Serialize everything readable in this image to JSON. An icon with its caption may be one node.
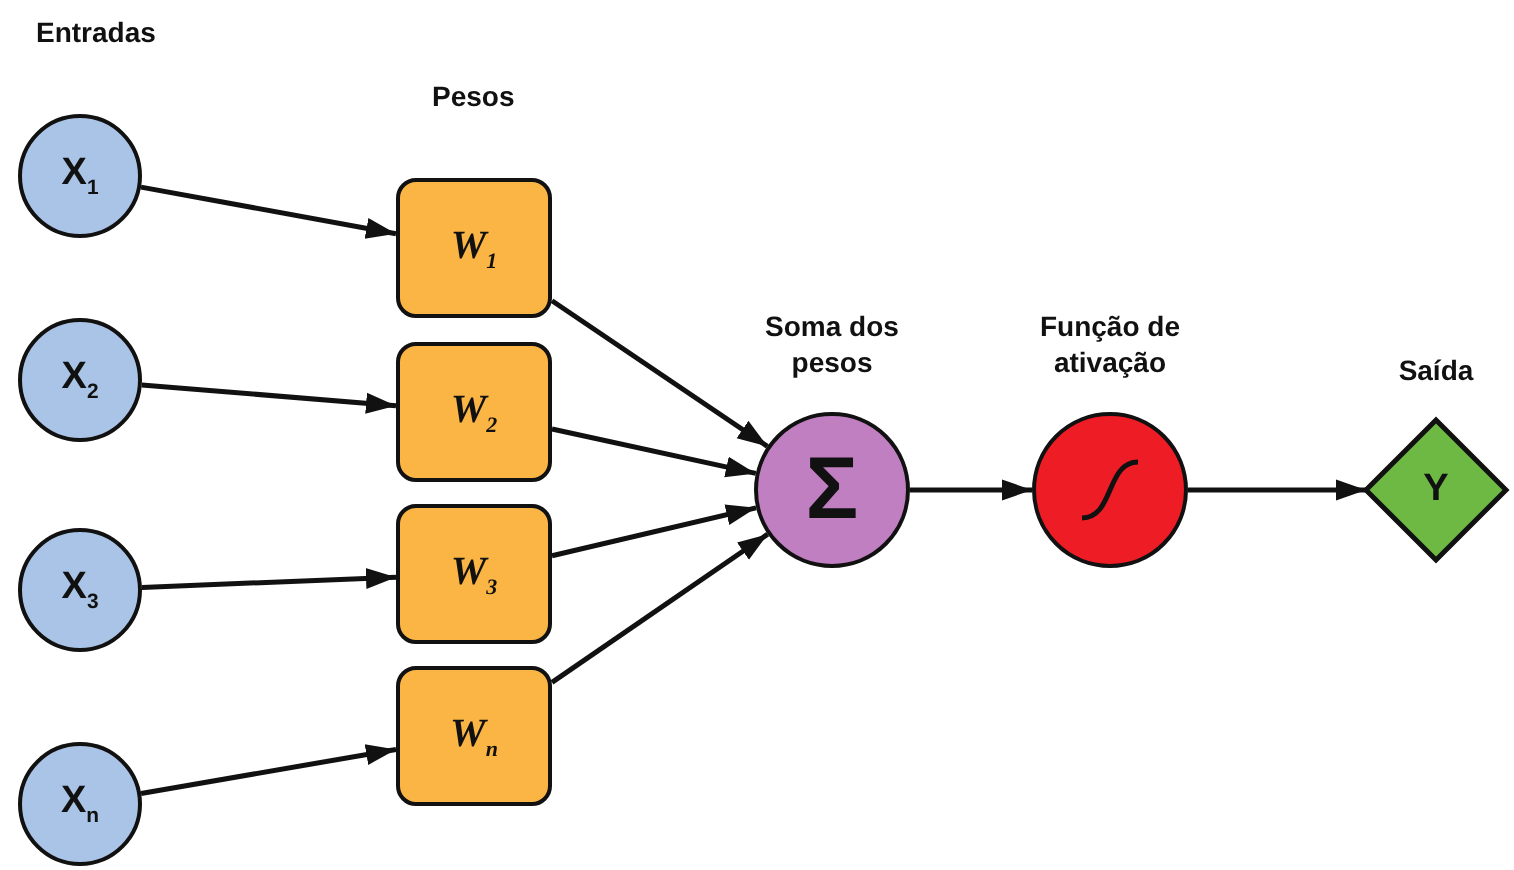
{
  "diagram": {
    "nodes": [
      {
        "text": [
          "X$_{1}$"
        ]
      },
      {
        "text": [
          "X$_{2}$"
        ]
      },
      {
        "text": [
          "X$_{3}$"
        ]
      },
      {
        "text": [
          "X$_{n}$"
        ]
      },
      {
        "text": [
          "W$_{1}$"
        ]
      },
      {
        "text": [
          "W$_{2}$"
        ]
      },
      {
        "text": [
          "W$_{3}$"
        ]
      },
      {
        "text": [
          "W$_{n}$"
        ]
      },
      {
        "text": [
          "Σ"
        ],
        "beside": [
          "Soma dos pesos"
        ]
      },
      {
        "text": [],
        "shape": "circle",
        "beside": [
          "Função de ativação"
        ]
      },
      {
        "text": [
          "Y"
        ],
        "beside": [
          "Saída"
        ]
      }
    ],
    "edges": [
      {
        "from": 0,
        "to": 4,
        "arrow": "to"
      },
      {
        "from": 1,
        "to": 5,
        "arrow": "to"
      },
      {
        "from": 2,
        "to": 6,
        "arrow": "to"
      },
      {
        "from": 3,
        "to": 7,
        "arrow": "to"
      },
      {
        "from": 4,
        "to": 8,
        "arrow": "to"
      },
      {
        "from": 5,
        "to": 8,
        "arrow": "to"
      },
      {
        "from": 6,
        "to": 8,
        "arrow": "to"
      },
      {
        "from": 7,
        "to": 8,
        "arrow": "to"
      },
      {
        "from": 8,
        "to": 9,
        "arrow": "to"
      },
      {
        "from": 9,
        "to": 10,
        "arrow": "to"
      }
    ],
    "labels": [
      "Entradas",
      "Pesos"
    ]
  }
}
